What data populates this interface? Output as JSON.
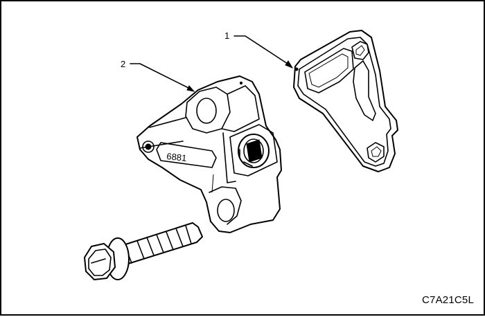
{
  "figure": {
    "callouts": [
      {
        "label": "1"
      },
      {
        "label": "2"
      }
    ],
    "part_marking": "6881",
    "figure_code": "C7A21C5L"
  }
}
